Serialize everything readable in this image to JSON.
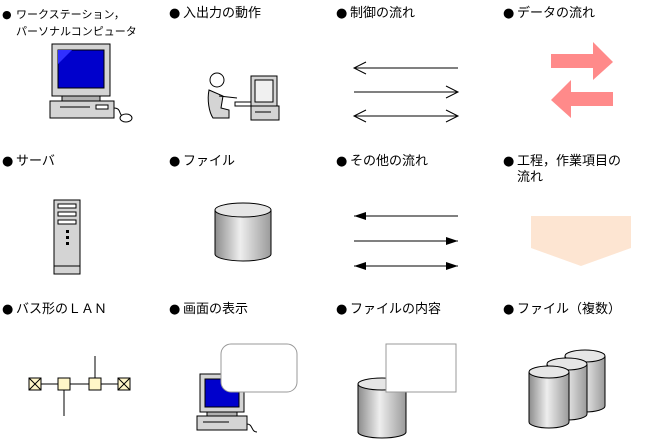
{
  "bullet": "●",
  "legend": [
    {
      "key": "workstation",
      "label": "ワークステーション，",
      "label2": "パーソナルコンピュータ"
    },
    {
      "key": "io",
      "label": "入出力の動作"
    },
    {
      "key": "control_flow",
      "label": "制御の流れ"
    },
    {
      "key": "data_flow",
      "label": "データの流れ"
    },
    {
      "key": "server",
      "label": "サーバ"
    },
    {
      "key": "file",
      "label": "ファイル"
    },
    {
      "key": "other_flow",
      "label": "その他の流れ"
    },
    {
      "key": "process",
      "label": "工程，作業項目の",
      "label2": "流れ"
    },
    {
      "key": "bus_lan",
      "label": "バス形のＬＡＮ"
    },
    {
      "key": "screen",
      "label": "画面の表示"
    },
    {
      "key": "file_contents",
      "label": "ファイルの内容"
    },
    {
      "key": "files_multiple",
      "label": "ファイル（複数）"
    }
  ],
  "colors": {
    "monitor_screen": "#0000cc",
    "pc_body": "#d4d4d4",
    "data_arrow": "#ff8a8a",
    "process_fill": "#fde5d2",
    "lan_node": "#fff6c8"
  }
}
